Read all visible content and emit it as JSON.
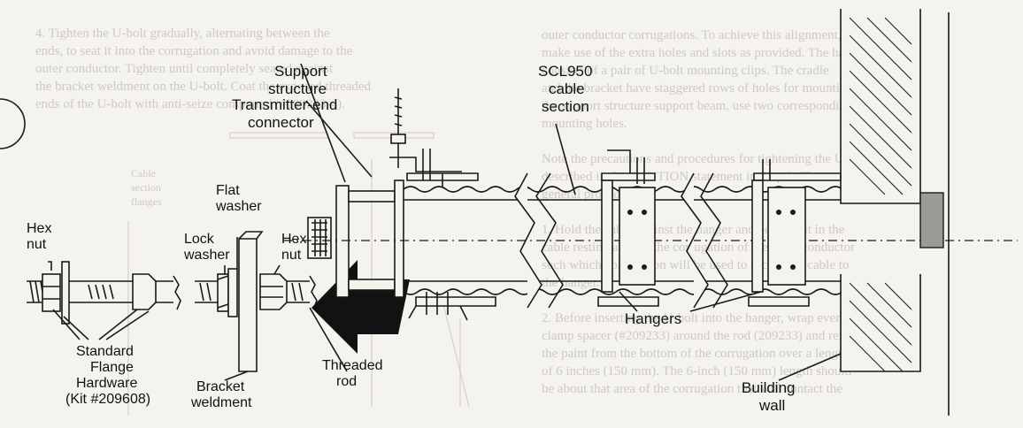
{
  "background_text": {
    "left_lines": [
      "4.  Tighten the U-bolt gradually, alternating between the",
      "ends, to seat it into the corrugation and avoid damage to the",
      "outer conductor.  Tighten until completely seated against",
      "the bracket weldment on the U-bolt.  Coat the exposed threaded",
      "ends of the U-bolt with anti-seize compound (#209233-4)."
    ],
    "right_lines": [
      "outer conductor corrugations.  To achieve this alignment,",
      "make use of the extra holes and slots as provided.  The hanger",
      "consists of a pair of U-bolt mounting clips.  The cradle",
      "and the bracket have staggered rows of holes for mounting to",
      "the support structure support beam, use two corresponding",
      "mounting holes.",
      "",
      "Note the precautions and procedures for tightening the U-bolt",
      "described in the CAUTION statement in Step 3.  The",
      "general procedure is:",
      "",
      "1.  Hold the cable against the hanger and position it in the",
      "cable resting against the corrugation of the outer conductor",
      "such which corrugation will be used to secure the cable to",
      "the hanger.",
      "",
      "2.  Before inserting the U-bolt into the hanger, wrap every",
      "clamp spacer (#209233) around the rod (209233) and remove",
      "the paint from the bottom of the corrugation over a length",
      "of 6 inches (150 mm).  The 6-inch (150 mm) length should",
      "be about that area of the corrugation that will contact the"
    ],
    "faded_labels": [
      "Cable",
      "section",
      "flanges"
    ]
  },
  "labels": {
    "hex_nut_left": [
      "Hex",
      "nut"
    ],
    "lock_washer": [
      "Lock",
      "washer"
    ],
    "flat_washer": [
      "Flat",
      "washer"
    ],
    "hex_nut_right": [
      "Hex",
      "nut"
    ],
    "threaded_rod": [
      "Threaded",
      "rod"
    ],
    "standard_flange_hardware": [
      "Standard",
      "Flange",
      "Hardware",
      "(Kit #209608)"
    ],
    "bracket_weldment": [
      "Bracket",
      "weldment"
    ],
    "support_structure": [
      "Support",
      "structure"
    ],
    "transmitter_end_connector": [
      "Transmitter-end",
      "connector"
    ],
    "scl950_cable_section": [
      "SCL950",
      "cable",
      "section"
    ],
    "hangers": "Hangers",
    "building_wall": [
      "Building",
      "wall"
    ]
  }
}
